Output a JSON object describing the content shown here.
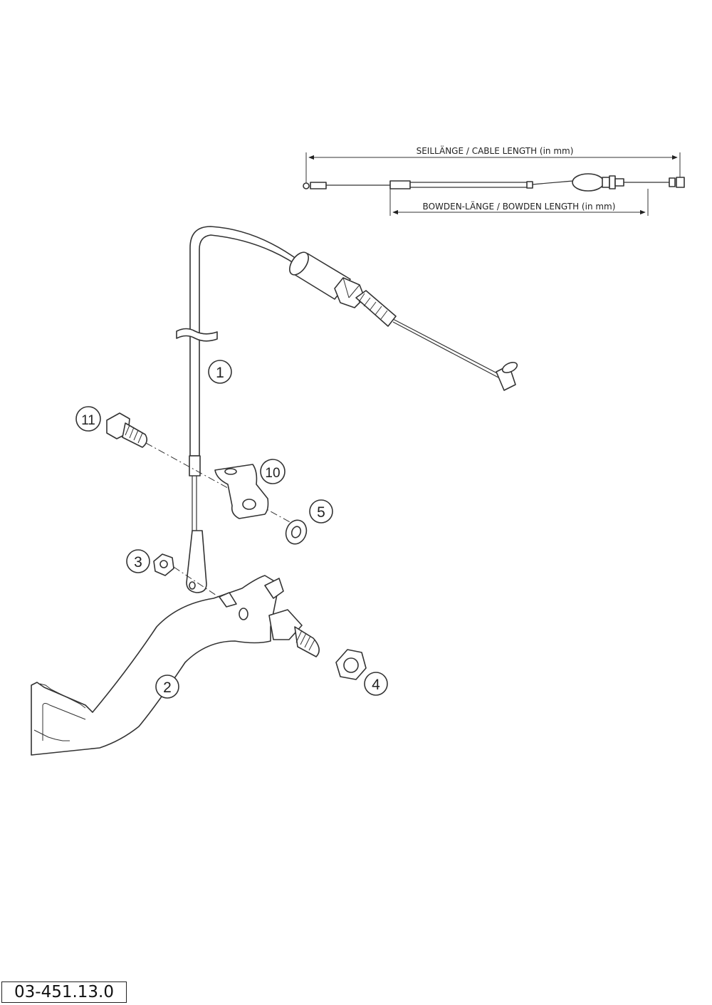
{
  "dimensions": {
    "cable_length_label": "SEILLÄNGE / CABLE LENGTH   (in mm)",
    "bowden_length_label": "BOWDEN-LÄNGE / BOWDEN LENGTH   (in mm)"
  },
  "callouts": [
    "1",
    "2",
    "3",
    "4",
    "5",
    "10",
    "11"
  ],
  "drawing_number": "03-451.13.0"
}
